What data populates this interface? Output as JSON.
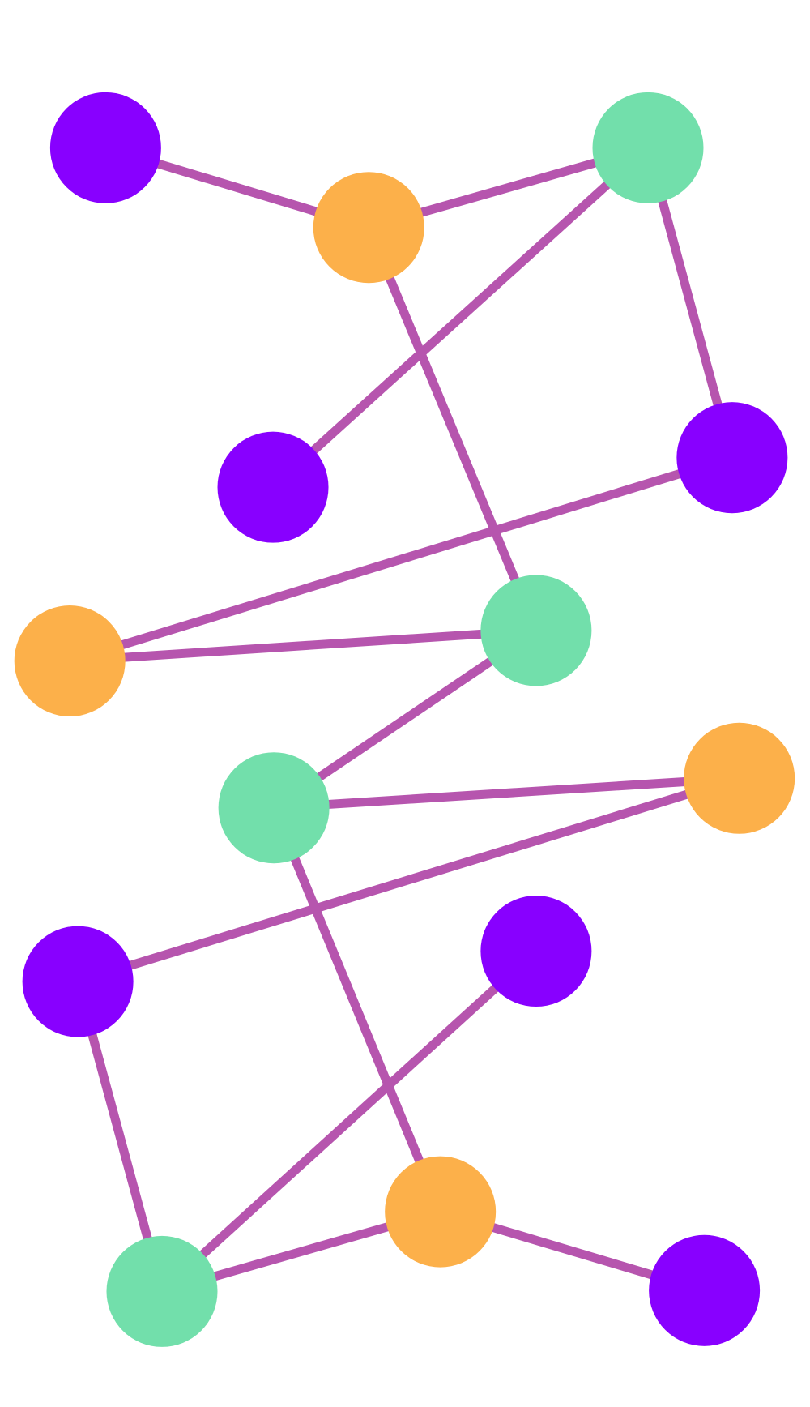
{
  "colors": {
    "edge": "#b655ae",
    "purple": "#8800ff",
    "orange": "#fcb04a",
    "green": "#72dfab",
    "background": "#ffffff"
  },
  "nodes": [
    {
      "id": "A",
      "color": "purple"
    },
    {
      "id": "B",
      "color": "orange"
    },
    {
      "id": "C",
      "color": "green"
    },
    {
      "id": "D",
      "color": "purple"
    },
    {
      "id": "E",
      "color": "purple"
    },
    {
      "id": "F",
      "color": "orange"
    },
    {
      "id": "G",
      "color": "green"
    },
    {
      "id": "H",
      "color": "green"
    },
    {
      "id": "I",
      "color": "orange"
    },
    {
      "id": "J",
      "color": "purple"
    },
    {
      "id": "K",
      "color": "purple"
    },
    {
      "id": "L",
      "color": "orange"
    },
    {
      "id": "M",
      "color": "green"
    },
    {
      "id": "N",
      "color": "purple"
    }
  ],
  "edges": [
    [
      "A",
      "B"
    ],
    [
      "B",
      "C"
    ],
    [
      "C",
      "D"
    ],
    [
      "C",
      "E"
    ],
    [
      "B",
      "G"
    ],
    [
      "E",
      "F"
    ],
    [
      "F",
      "G"
    ],
    [
      "G",
      "H"
    ],
    [
      "H",
      "I"
    ],
    [
      "I",
      "J"
    ],
    [
      "H",
      "L"
    ],
    [
      "J",
      "M"
    ],
    [
      "K",
      "M"
    ],
    [
      "M",
      "L"
    ],
    [
      "L",
      "N"
    ]
  ]
}
